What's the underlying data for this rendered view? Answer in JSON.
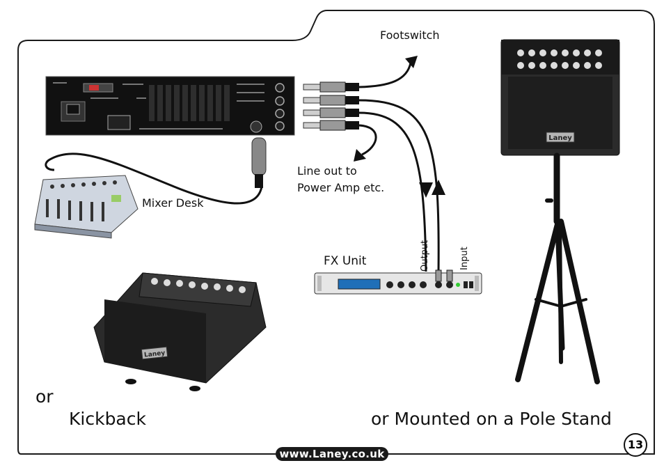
{
  "labels": {
    "footswitch": "Footswitch",
    "line_out": [
      "Line out to",
      "Power Amp etc."
    ],
    "mixer": "Mixer Desk",
    "fx_unit": "FX Unit",
    "output": "Output",
    "input": "Input",
    "or": "or",
    "kickback": "Kickback",
    "pole_stand": "or Mounted on a Pole Stand"
  },
  "footer": {
    "url": "www.Laney.co.uk",
    "page_number": "13"
  },
  "brand": {
    "logo_text": "Laney"
  },
  "colors": {
    "outline": "#1a1a1a",
    "panel_black": "#111111",
    "cabinet": "#2b2b2b",
    "cable": "#111111",
    "fx_panel": "#e6e6e6",
    "fx_display": "#1f6fb8"
  }
}
